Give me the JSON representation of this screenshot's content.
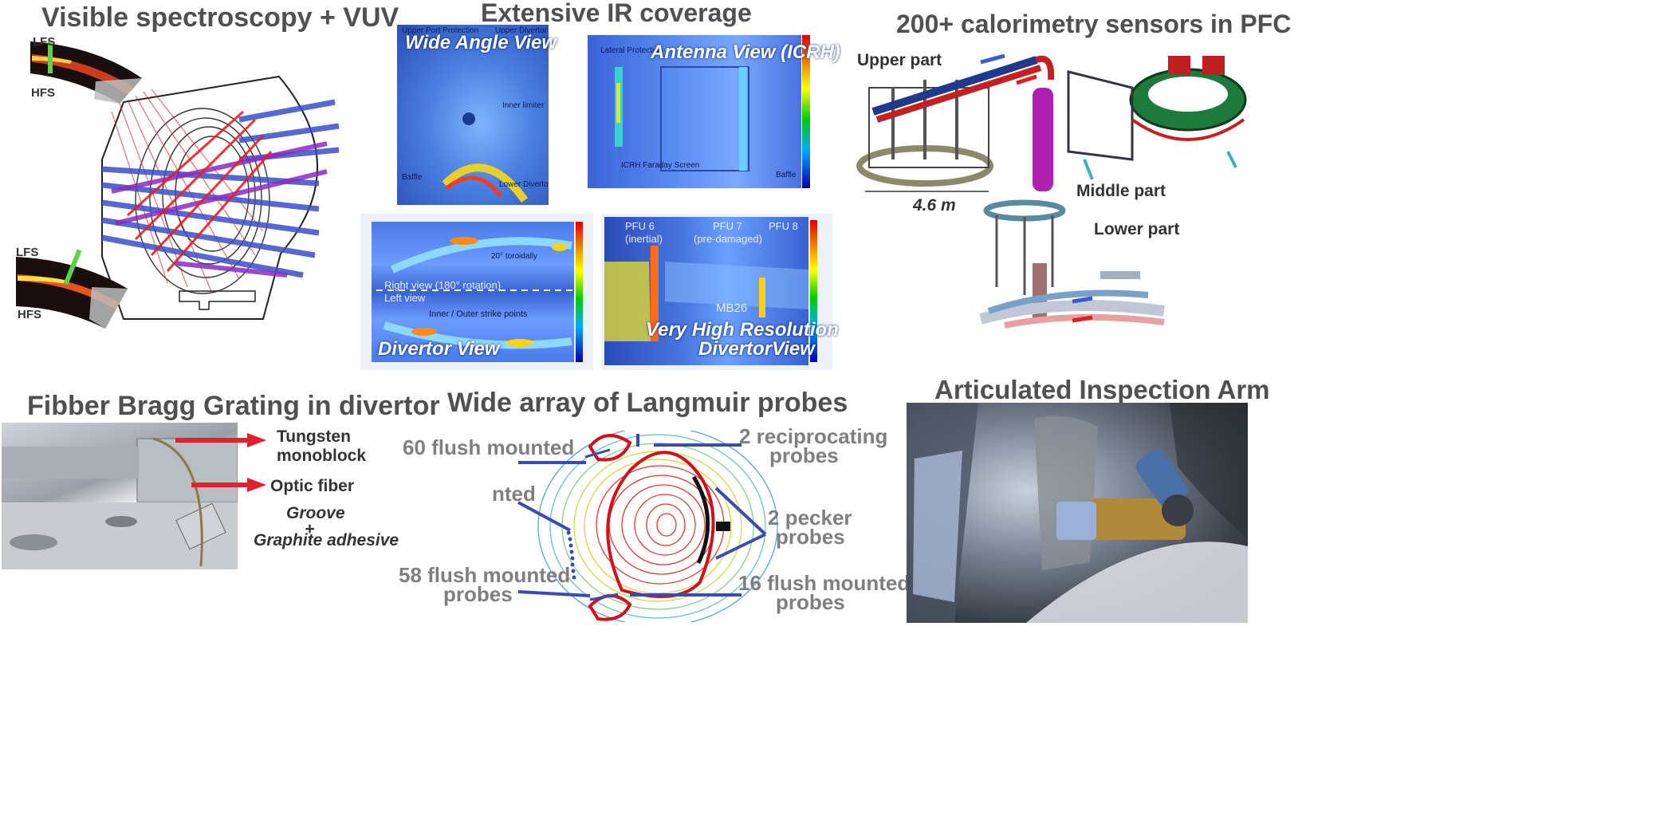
{
  "titles": {
    "spectroscopy": "Visible spectroscopy + VUV",
    "ir": "Extensive IR coverage",
    "calorimetry": "200+ calorimetry sensors in PFC",
    "fbg": "Fibber Bragg Grating in divertor",
    "langmuir": "Wide array of Langmuir probes",
    "arm": "Articulated Inspection Arm"
  },
  "spectroscopy": {
    "lfs_top": "LFS",
    "hfs_top": "HFS",
    "lfs_bottom": "LFS",
    "hfs_bottom": "HFS"
  },
  "ir_views": {
    "wide_angle": {
      "label": "Wide Angle View",
      "notes": [
        "Upper Port Protection",
        "Upper Divertor",
        "Inner limiter",
        "Baffle",
        "Lower Divertor"
      ]
    },
    "antenna": {
      "label": "Antenna View (ICRH)",
      "notes": [
        "Lateral Protection",
        "ICRH Faraday Screen",
        "Baffle"
      ]
    },
    "divertor": {
      "label": "Divertor View",
      "notes": [
        "20° toroidally",
        "Right view (180° rotation)",
        "Left view",
        "Inner / Outer strike points"
      ]
    },
    "very_high_res": {
      "label_1": "Very High Resolution",
      "label_2": "DivertorView",
      "notes": [
        "PFU 6",
        "(inertial)",
        "PFU 7",
        "(pre-damaged)",
        "PFU 8",
        "MB26"
      ]
    }
  },
  "calorimetry": {
    "upper": "Upper part",
    "middle": "Middle part",
    "lower": "Lower part",
    "dimension": "4.6 m"
  },
  "fbg": {
    "tungsten_1": "Tungsten",
    "tungsten_2": "monoblock",
    "optic": "Optic fiber",
    "groove_1": "Groove",
    "groove_2": "+",
    "groove_3": "Graphite adhesive"
  },
  "langmuir": {
    "flush60": "60 flush mounted",
    "partial": "nted",
    "flush58_1": "58 flush mounted",
    "flush58_2": "probes",
    "recip_1": "2 reciprocating",
    "recip_2": "probes",
    "pecker_1": "2 pecker",
    "pecker_2": "probes",
    "flush16_1": "16 flush mounted",
    "flush16_2": "probes"
  },
  "colors": {
    "arrow_red": "#e0202a",
    "arrow_blue": "#3b4bb0",
    "title_gray": "#505050",
    "label_gray": "#7f7f7f"
  }
}
